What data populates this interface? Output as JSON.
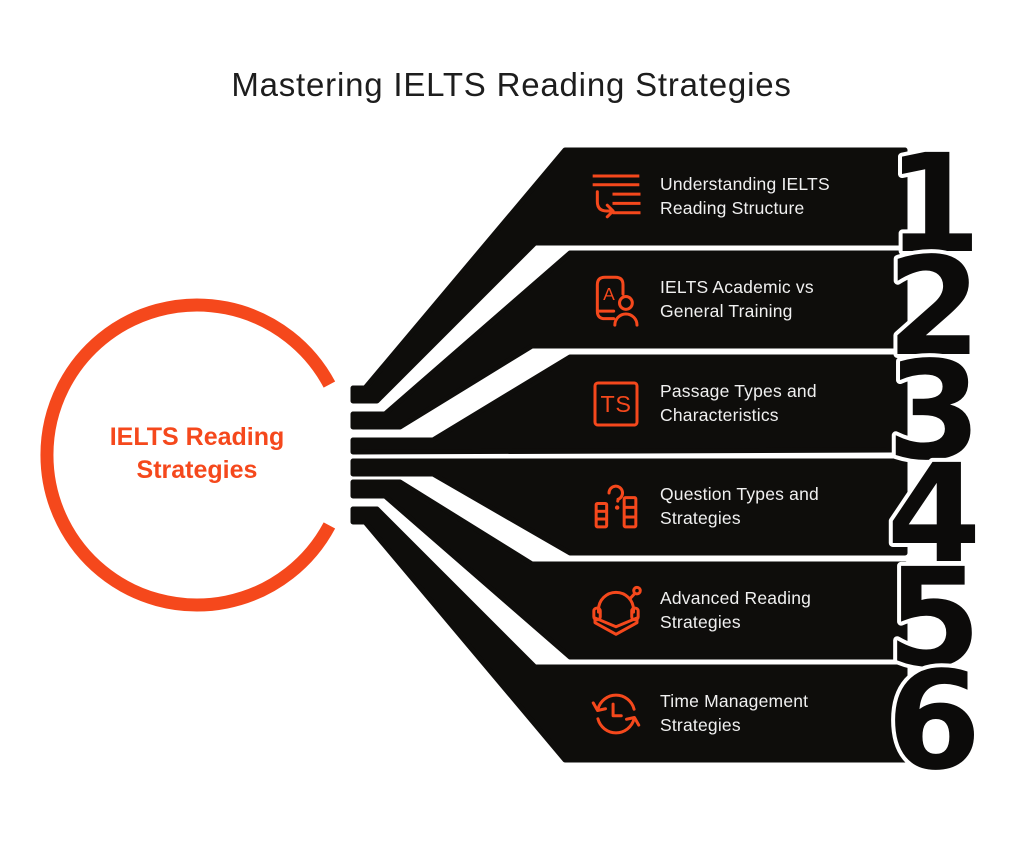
{
  "page": {
    "title": "Mastering IELTS Reading Strategies",
    "background_color": "#ffffff"
  },
  "center": {
    "label": "IELTS Reading Strategies",
    "ring_color": "#F5481C"
  },
  "colors": {
    "accent_orange": "#F5481C",
    "band_black": "#0E0D0B",
    "item_text_white": "#F0F0F0",
    "number_fill": "#0C0B0A",
    "number_outline": "#FFFFFF",
    "title_dark": "#1D1D1D"
  },
  "items": [
    {
      "number": "1",
      "label": "Understanding IELTS Reading Structure",
      "icon": "structure-list-arrow-icon"
    },
    {
      "number": "2",
      "label": "IELTS Academic vs General Training",
      "icon": "academic-profile-icon",
      "badge_text": "A"
    },
    {
      "number": "3",
      "label": "Passage Types and Characteristics",
      "icon": "ts-badge-icon",
      "badge_text": "TS"
    },
    {
      "number": "4",
      "label": "Question Types and Strategies",
      "icon": "question-columns-icon"
    },
    {
      "number": "5",
      "label": "Advanced Reading Strategies",
      "icon": "reading-headphones-icon"
    },
    {
      "number": "6",
      "label": "Time Management Strategies",
      "icon": "time-cycle-icon"
    }
  ]
}
